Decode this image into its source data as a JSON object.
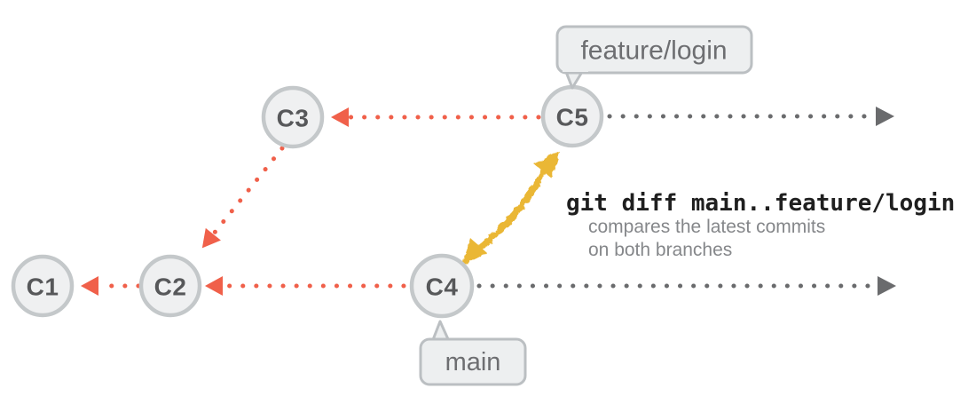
{
  "diagram": {
    "nodes": [
      {
        "id": "C1"
      },
      {
        "id": "C2"
      },
      {
        "id": "C3"
      },
      {
        "id": "C4"
      },
      {
        "id": "C5"
      }
    ],
    "branch_labels": {
      "feature": "feature/login",
      "main": "main"
    },
    "annotation": {
      "command": "git diff main..feature/login",
      "caption_line1": "compares the latest commits",
      "caption_line2": "on both branches"
    },
    "colors": {
      "parent_arrow_red": "#f0604a",
      "timeline_gray": "#6a6b6d",
      "diff_arrow_yellow": "#eab735",
      "node_fill": "#eff0f1",
      "node_border": "#c4c8ca",
      "node_text": "#57585a",
      "bubble_fill": "#edeff0",
      "bubble_border": "#bbbfc2",
      "bubble_text": "#6d6e71",
      "command_text": "#1f1f1f",
      "caption_text": "#85878a"
    }
  }
}
